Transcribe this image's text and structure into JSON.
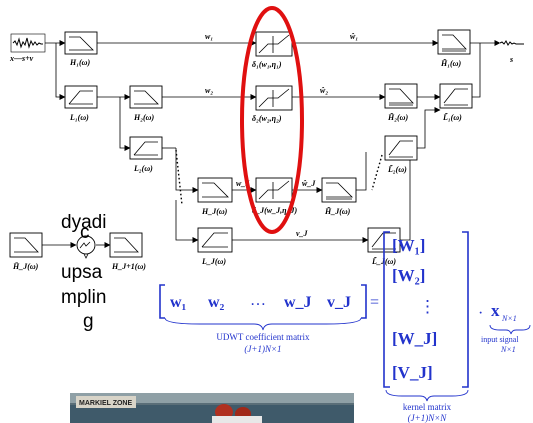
{
  "diagram": {
    "input_label": "x—s+v",
    "output_label": "s",
    "analysis": {
      "row1": [
        "H₁(ω)"
      ],
      "row2": [
        "L₁(ω)",
        "H₂(ω)"
      ],
      "row3": [
        "L₂(ω)"
      ],
      "row4": [
        "H_J(ω)",
        "L_J(ω)"
      ],
      "bottom_left": "H̄_J(ω)",
      "bottom_right": "H_J+1(ω)"
    },
    "thresholds": [
      "δ₁(w₁,η₁)",
      "δ₂(w₂,η₂)",
      "δ_J(w_J,η_J)"
    ],
    "coefficients": {
      "w1": "w₁",
      "w2": "w₂",
      "wJ": "w_J",
      "vJ": "v_J"
    },
    "estimates": {
      "w1": "ŵ₁",
      "w2": "ŵ₂",
      "wJ": "ŵ_J"
    },
    "synthesis": {
      "row1": [
        "H̃₁(ω)"
      ],
      "row2": [
        "H̃₂(ω)",
        "L̃₁(ω)"
      ],
      "row3": [
        "L̃₂(ω)"
      ],
      "row4": [
        "H̃_J(ω)",
        "L̃_J(ω)"
      ]
    },
    "dyadic_text": [
      "dyadi",
      "c",
      "upsa",
      "mplin",
      "g"
    ]
  },
  "equation": {
    "row_items": [
      "w₁",
      "w₂",
      "…",
      "w_J",
      "v_J"
    ],
    "matrix_label_1": "UDWT coefficient matrix",
    "matrix_label_2": "(J+1)N×1",
    "kernel_items": [
      "[W₁]",
      "[W₂]",
      "⋮",
      "[W_J]",
      "[V_J]"
    ],
    "kernel_label_1": "kernel matrix",
    "kernel_label_2": "(J+1)N×N",
    "vector": "x",
    "vector_sub": "N×1",
    "signal_label_1": "input signal",
    "signal_label_2": "N×1"
  },
  "photo": {
    "sign_text": "MARKIEL ZONE"
  },
  "colors": {
    "highlight": "#e01010",
    "equation": "#2233cc"
  }
}
